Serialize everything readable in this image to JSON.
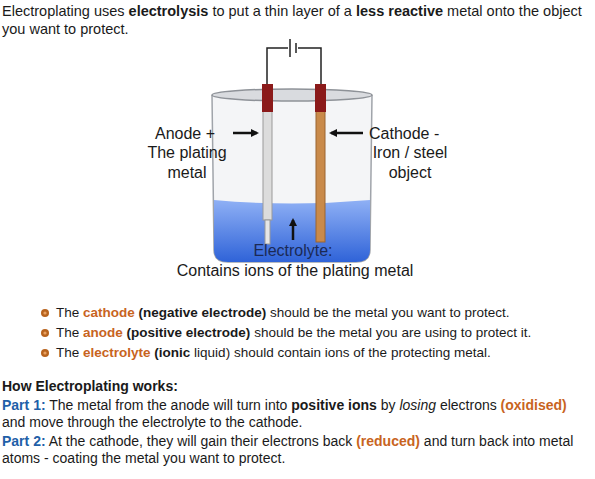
{
  "diagram": {
    "title": "Electroplating uses electrolysis to put a thin layer of a less reactive metal onto the object you want to protect.",
    "labels": [
      "Anode +",
      "The plating metal",
      "Cathode -",
      "Iron / steel object",
      "Electrolyte:",
      "Contains ions of the plating metal",
      "The cathode (negative electrode) should be the metal you want to protect.",
      "The anode (positive electrode) should be the metal you are using to protect it.",
      "The electrolyte (ionic liquid) should contain ions of the protecting metal.",
      "How Electroplating works:",
      "Part 1: The metal from the anode will turn into positive ions by losing electrons (oxidised) and move through the electrolyte to the cathode.",
      "Part 2: At the cathode, they will gain their electrons back (reduced) and turn back into metal atoms - coating the metal you want to protect."
    ]
  }
}
